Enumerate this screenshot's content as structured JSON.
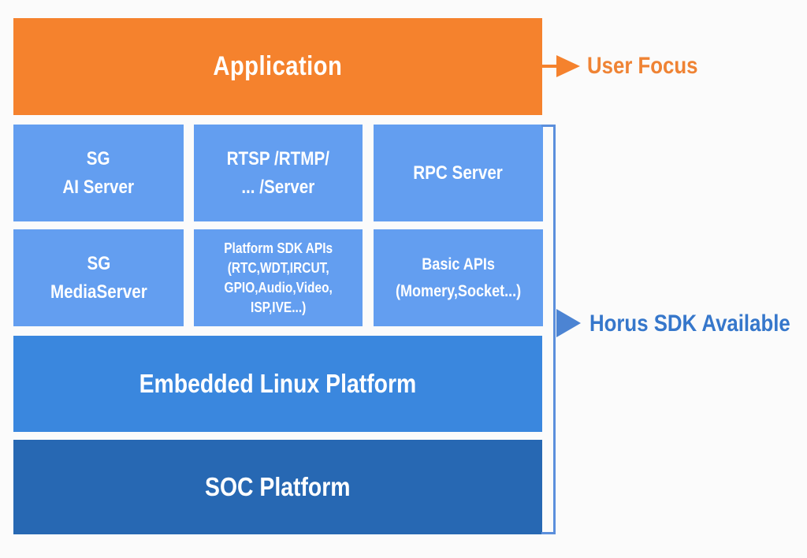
{
  "colors": {
    "background": "#FBFBFB",
    "orange": "#F5822D",
    "light-blue": "#639EF0",
    "mid-blue": "#3A87DE",
    "dark-blue": "#2768B3",
    "bracket-blue": "#5B8FDC",
    "arrow-blue": "#4C84D3",
    "horus-text": "#3677CB",
    "user-focus-text": "#EF8334",
    "block-text": "#FFFFFF"
  },
  "stack": {
    "application": {
      "label": "Application"
    },
    "modules": [
      {
        "lines": [
          "SG",
          "AI Server"
        ]
      },
      {
        "lines": [
          "RTSP /RTMP/",
          "... /Server"
        ]
      },
      {
        "lines": [
          "RPC Server"
        ]
      },
      {
        "lines": [
          "SG",
          "MediaServer"
        ]
      },
      {
        "lines": [
          "Platform SDK APIs",
          "(RTC,WDT,IRCUT,",
          "GPIO,Audio,Video,",
          "ISP,IVE...)"
        ]
      },
      {
        "lines": [
          "Basic APIs",
          "(Momery,Socket...)"
        ]
      }
    ],
    "embedded": {
      "label": "Embedded Linux Platform"
    },
    "soc": {
      "label": "SOC Platform"
    }
  },
  "annotations": {
    "user_focus": {
      "label": "User Focus"
    },
    "horus_sdk": {
      "label": "Horus SDK Available"
    }
  }
}
